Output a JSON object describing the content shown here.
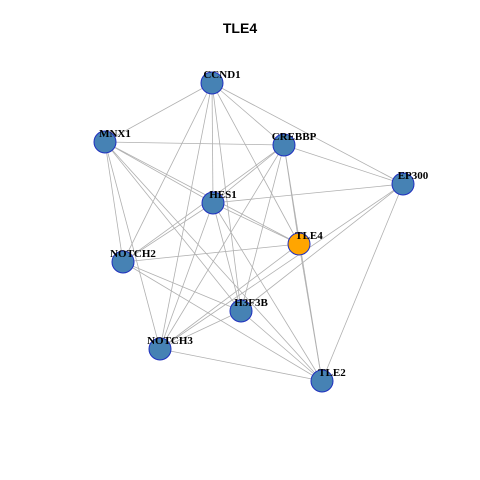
{
  "title": "TLE4",
  "colors": {
    "node_fill": "#4682B4",
    "node_stroke": "#1F2FBF",
    "highlight_fill": "#FFA500",
    "edge": "#B0B0B0"
  },
  "nodes": [
    {
      "id": "CCND1",
      "label": "CCND1",
      "highlight": false
    },
    {
      "id": "MNX1",
      "label": "MNX1",
      "highlight": false
    },
    {
      "id": "CREBBP",
      "label": "CREBBP",
      "highlight": false
    },
    {
      "id": "EP300",
      "label": "EP300",
      "highlight": false
    },
    {
      "id": "HES1",
      "label": "HES1",
      "highlight": false
    },
    {
      "id": "TLE4",
      "label": "TLE4",
      "highlight": true
    },
    {
      "id": "NOTCH2",
      "label": "NOTCH2",
      "highlight": false
    },
    {
      "id": "H3F3B",
      "label": "H3F3B",
      "highlight": false
    },
    {
      "id": "NOTCH3",
      "label": "NOTCH3",
      "highlight": false
    },
    {
      "id": "TLE2",
      "label": "TLE2",
      "highlight": false
    }
  ],
  "edges": [
    [
      "CCND1",
      "MNX1"
    ],
    [
      "CCND1",
      "CREBBP"
    ],
    [
      "CCND1",
      "EP300"
    ],
    [
      "CCND1",
      "HES1"
    ],
    [
      "CCND1",
      "TLE4"
    ],
    [
      "CCND1",
      "NOTCH2"
    ],
    [
      "CCND1",
      "H3F3B"
    ],
    [
      "CCND1",
      "NOTCH3"
    ],
    [
      "MNX1",
      "CREBBP"
    ],
    [
      "MNX1",
      "HES1"
    ],
    [
      "MNX1",
      "TLE4"
    ],
    [
      "MNX1",
      "NOTCH2"
    ],
    [
      "MNX1",
      "H3F3B"
    ],
    [
      "MNX1",
      "NOTCH3"
    ],
    [
      "MNX1",
      "TLE2"
    ],
    [
      "CREBBP",
      "EP300"
    ],
    [
      "CREBBP",
      "HES1"
    ],
    [
      "CREBBP",
      "TLE4"
    ],
    [
      "CREBBP",
      "NOTCH2"
    ],
    [
      "CREBBP",
      "H3F3B"
    ],
    [
      "CREBBP",
      "TLE2"
    ],
    [
      "CREBBP",
      "NOTCH3"
    ],
    [
      "EP300",
      "HES1"
    ],
    [
      "EP300",
      "H3F3B"
    ],
    [
      "EP300",
      "NOTCH3"
    ],
    [
      "EP300",
      "TLE2"
    ],
    [
      "HES1",
      "TLE4"
    ],
    [
      "HES1",
      "NOTCH2"
    ],
    [
      "HES1",
      "H3F3B"
    ],
    [
      "HES1",
      "NOTCH3"
    ],
    [
      "HES1",
      "TLE2"
    ],
    [
      "TLE4",
      "NOTCH2"
    ],
    [
      "TLE4",
      "TLE2"
    ],
    [
      "TLE4",
      "NOTCH3"
    ],
    [
      "NOTCH2",
      "TLE2"
    ],
    [
      "NOTCH2",
      "H3F3B"
    ],
    [
      "H3F3B",
      "NOTCH3"
    ],
    [
      "H3F3B",
      "TLE2"
    ],
    [
      "NOTCH3",
      "TLE2"
    ]
  ]
}
